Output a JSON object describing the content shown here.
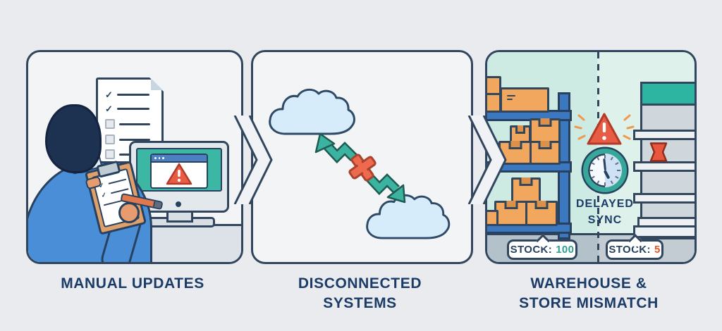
{
  "glyphs": {
    "check": "✓"
  },
  "panels": {
    "manual_updates": {
      "caption": "MANUAL UPDATES"
    },
    "disconnected_systems": {
      "caption_line1": "DISCONNECTED",
      "caption_line2": "SYSTEMS"
    },
    "warehouse_store_mismatch": {
      "caption_line1": "WAREHOUSE &",
      "caption_line2": "STORE MISMATCH",
      "sync_label_line1": "DELAYED",
      "sync_label_line2": "SYNC",
      "warehouse_stock_label": "STOCK:",
      "warehouse_stock_value": "100",
      "store_stock_label": "STOCK:",
      "store_stock_value": "5"
    }
  },
  "colors": {
    "navy_outline": "#31465e",
    "caption_text": "#1c3c68",
    "accent_teal": "#3cb2a0",
    "alert_red": "#e85c45",
    "box_orange": "#f2a75f",
    "shelf_blue": "#3c78c0",
    "cloud_blue": "#d6ecfa",
    "stock_ok_teal": "#2ca08e",
    "stock_low_red": "#e2572f"
  }
}
